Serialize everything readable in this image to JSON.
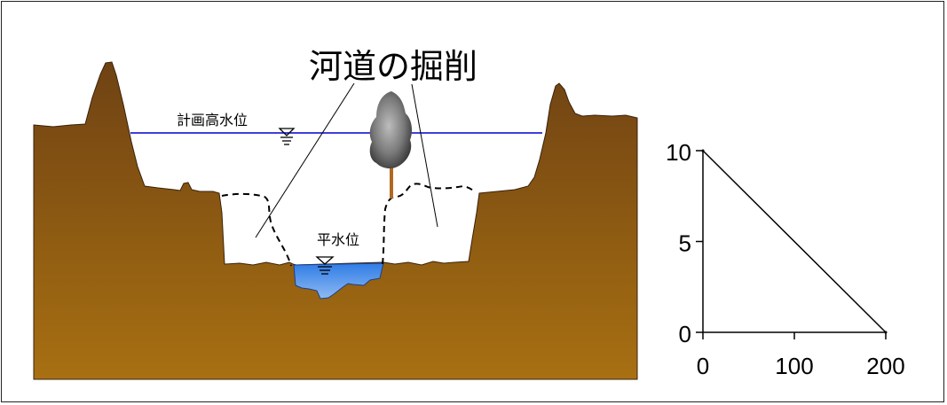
{
  "diagram": {
    "title": "河道の掘削",
    "labels": {
      "high_water": "計画高水位",
      "normal_water": "平水位"
    },
    "colors": {
      "earth_top": "#7a4a16",
      "earth_bottom": "#a86f12",
      "water_line": "#0000cc",
      "water_fill": "#4a8fe8",
      "tree": "#777777",
      "trunk": "#b06a20"
    }
  },
  "chart_data": {
    "type": "line",
    "x": [
      0,
      200
    ],
    "y": [
      10,
      0
    ],
    "xticks": [
      "0",
      "100",
      "200"
    ],
    "yticks": [
      "0",
      "5",
      "10"
    ],
    "xlim": [
      0,
      200
    ],
    "ylim": [
      0,
      10
    ],
    "grid": false
  }
}
